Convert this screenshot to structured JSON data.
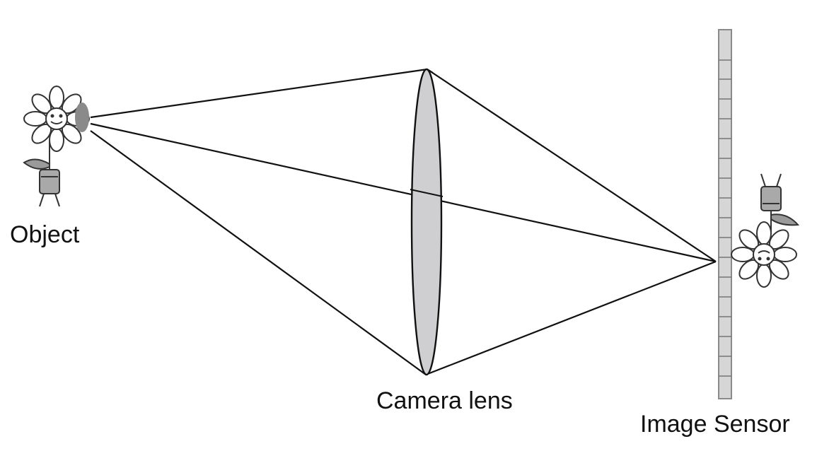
{
  "labels": {
    "object": "Object",
    "lens": "Camera lens",
    "sensor": "Image Sensor"
  },
  "colors": {
    "line": "#111111",
    "lens_fill": "#cfcfd1",
    "sensor_fill": "#d4d4d4",
    "object_gray": "#777777"
  },
  "image": {
    "orientation": "inverted"
  }
}
